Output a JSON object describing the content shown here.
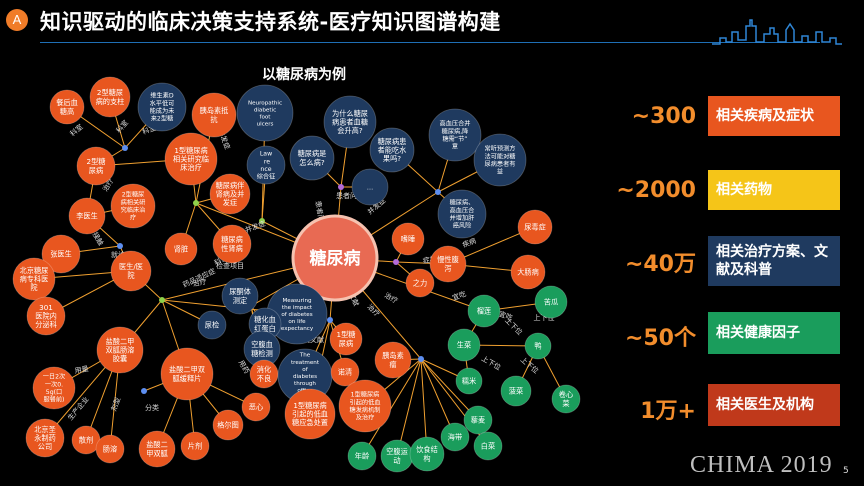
{
  "header": {
    "badge": "A",
    "title": "知识驱动的临床决策支持系统-医疗知识图谱构建"
  },
  "subtitle": "以糖尿病为例",
  "colors": {
    "orange": "#e8561f",
    "teal": "#1a9d5c",
    "navy": "#1f3a5f",
    "center": "#e86a53",
    "lines": "#f0a030"
  },
  "center_node": "糖尿病",
  "nodes": [
    {
      "id": "n1",
      "label": "餐后血糖高",
      "color": "orange"
    },
    {
      "id": "n2",
      "label": "2型糖尿病的支柱",
      "color": "orange"
    },
    {
      "id": "n3",
      "label": "维生素D水平低可能成为未来2型糖尿病",
      "color": "navy"
    },
    {
      "id": "n4",
      "label": "胰岛素抵抗",
      "color": "orange"
    },
    {
      "id": "n5",
      "label": "Neuropathic diabetic foot ulcers",
      "color": "navy"
    },
    {
      "id": "n6",
      "label": "为什么糖尿病患者血糖会升高?",
      "color": "navy"
    },
    {
      "id": "n7",
      "label": "糖尿病患者能吃水果吗?",
      "color": "navy"
    },
    {
      "id": "n8",
      "label": "高血压合并糖尿病,降糖需“节”意",
      "color": "navy"
    },
    {
      "id": "n9",
      "label": "常听预测方法可能对糖尿病患者有益",
      "color": "navy"
    },
    {
      "id": "n10",
      "label": "2型糖尿病",
      "color": "orange"
    },
    {
      "id": "n11",
      "label": "1型糖尿病相关研究临床治疗",
      "color": "orange"
    },
    {
      "id": "n12",
      "label": "Law rence综合征",
      "color": "navy"
    },
    {
      "id": "n13",
      "label": "糖尿病是怎么病?",
      "color": "navy"
    },
    {
      "id": "n14",
      "label": "…",
      "color": "navy"
    },
    {
      "id": "n15",
      "label": "李医生",
      "color": "orange"
    },
    {
      "id": "n16",
      "label": "2型糖尿病相关研究临床治疗",
      "color": "orange"
    },
    {
      "id": "n17",
      "label": "糖尿病伴肾病及并发症",
      "color": "orange"
    },
    {
      "id": "n18",
      "label": "糖尿病、高血压合并增加肝癌风险",
      "color": "navy"
    },
    {
      "id": "n19",
      "label": "张医生",
      "color": "orange"
    },
    {
      "id": "n20",
      "label": "肾脏",
      "color": "orange"
    },
    {
      "id": "n21",
      "label": "糖尿病性肾病",
      "color": "orange"
    },
    {
      "id": "n22",
      "label": "嗜睡",
      "color": "orange"
    },
    {
      "id": "n23",
      "label": "尿毒症",
      "color": "orange"
    },
    {
      "id": "n24",
      "label": "北京糖尿病专科医院",
      "color": "orange"
    },
    {
      "id": "n25",
      "label": "医生/医院",
      "color": "orange"
    },
    {
      "id": "n26",
      "label": "慢性腹泻",
      "color": "orange"
    },
    {
      "id": "n27",
      "label": "大肠病",
      "color": "orange"
    },
    {
      "id": "n28",
      "label": "尿酮体测定",
      "color": "navy"
    },
    {
      "id": "n29",
      "label": "之力",
      "color": "orange"
    },
    {
      "id": "n30",
      "label": "301医院内分泌科",
      "color": "orange"
    },
    {
      "id": "n31",
      "label": "Measuring the impact of diabetes on life expectancy",
      "color": "navy"
    },
    {
      "id": "n32",
      "label": "榴莲",
      "color": "teal"
    },
    {
      "id": "n33",
      "label": "苦瓜",
      "color": "teal"
    },
    {
      "id": "n34",
      "label": "尿检",
      "color": "navy"
    },
    {
      "id": "n35",
      "label": "糖化血红蛋白",
      "color": "navy"
    },
    {
      "id": "n36",
      "label": "空腹血糖检测",
      "color": "navy"
    },
    {
      "id": "n37",
      "label": "1型糖尿病",
      "color": "orange"
    },
    {
      "id": "n38",
      "label": "生菜",
      "color": "teal"
    },
    {
      "id": "n39",
      "label": "鸭",
      "color": "teal"
    },
    {
      "id": "n40",
      "label": "盐酸二甲双胍肠溶胶囊",
      "color": "orange"
    },
    {
      "id": "n41",
      "label": "盐酸二甲双胍缓释片",
      "color": "orange"
    },
    {
      "id": "n42",
      "label": "消化不良",
      "color": "orange"
    },
    {
      "id": "n43",
      "label": "The treatment of diabetes through office practice",
      "color": "navy"
    },
    {
      "id": "n44",
      "label": "诺清",
      "color": "orange"
    },
    {
      "id": "n45",
      "label": "胰岛素瘤",
      "color": "orange"
    },
    {
      "id": "n46",
      "label": "糯米",
      "color": "teal"
    },
    {
      "id": "n47",
      "label": "菠菜",
      "color": "teal"
    },
    {
      "id": "n48",
      "label": "卷心菜",
      "color": "teal"
    },
    {
      "id": "n49",
      "label": "一日2次一次0.5g(口服餐前)",
      "color": "orange"
    },
    {
      "id": "n50",
      "label": "恶心",
      "color": "orange"
    },
    {
      "id": "n51",
      "label": "1型糖尿病引起的低血糖应急处置",
      "color": "orange"
    },
    {
      "id": "n52",
      "label": "1型糖尿病引起的低血糖发病机制及治疗",
      "color": "orange"
    },
    {
      "id": "n53",
      "label": "藜麦",
      "color": "teal"
    },
    {
      "id": "n54",
      "label": "北京圣永制药公司",
      "color": "orange"
    },
    {
      "id": "n55",
      "label": "散剂",
      "color": "orange"
    },
    {
      "id": "n56",
      "label": "肠溶",
      "color": "orange"
    },
    {
      "id": "n57",
      "label": "盐酸二甲双胍",
      "color": "orange"
    },
    {
      "id": "n58",
      "label": "片剂",
      "color": "orange"
    },
    {
      "id": "n59",
      "label": "格尔图",
      "color": "orange"
    },
    {
      "id": "n60",
      "label": "年龄",
      "color": "teal"
    },
    {
      "id": "n61",
      "label": "空腹运动",
      "color": "teal"
    },
    {
      "id": "n62",
      "label": "饮食结构",
      "color": "teal"
    },
    {
      "id": "n63",
      "label": "海带",
      "color": "teal"
    },
    {
      "id": "n64",
      "label": "白菜",
      "color": "teal"
    }
  ],
  "edge_labels": [
    "科室",
    "科室",
    "科室",
    "治疗",
    "接触",
    "并发症",
    "患者问答",
    "并发症",
    "科室",
    "治疗",
    "并发症",
    "症状",
    "就诊",
    "药品适应症",
    "宜吃",
    "患者问答",
    "检查项目",
    "文献",
    "宜吃",
    "疾病",
    "用药",
    "用量",
    "生产企业",
    "剂型",
    "分类",
    "相关文献",
    "治疗",
    "治疗",
    "上下位",
    "上下位",
    "上下位",
    "上下位"
  ],
  "stats": [
    {
      "value": "~300",
      "label": "相关疾病及症状",
      "bg": "#e8561f"
    },
    {
      "value": "~2000",
      "label": "相关药物",
      "bg": "#f5c518"
    },
    {
      "value": "~40万",
      "label": "相关治疗方案、文献及科普",
      "bg": "#1f3a5f"
    },
    {
      "value": "~50个",
      "label": "相关健康因子",
      "bg": "#1a9d5c"
    },
    {
      "value": "1万+",
      "label": "相关医生及机构",
      "bg": "#c0391b"
    }
  ],
  "footer": "CHIMA 2019",
  "page_number": "5"
}
